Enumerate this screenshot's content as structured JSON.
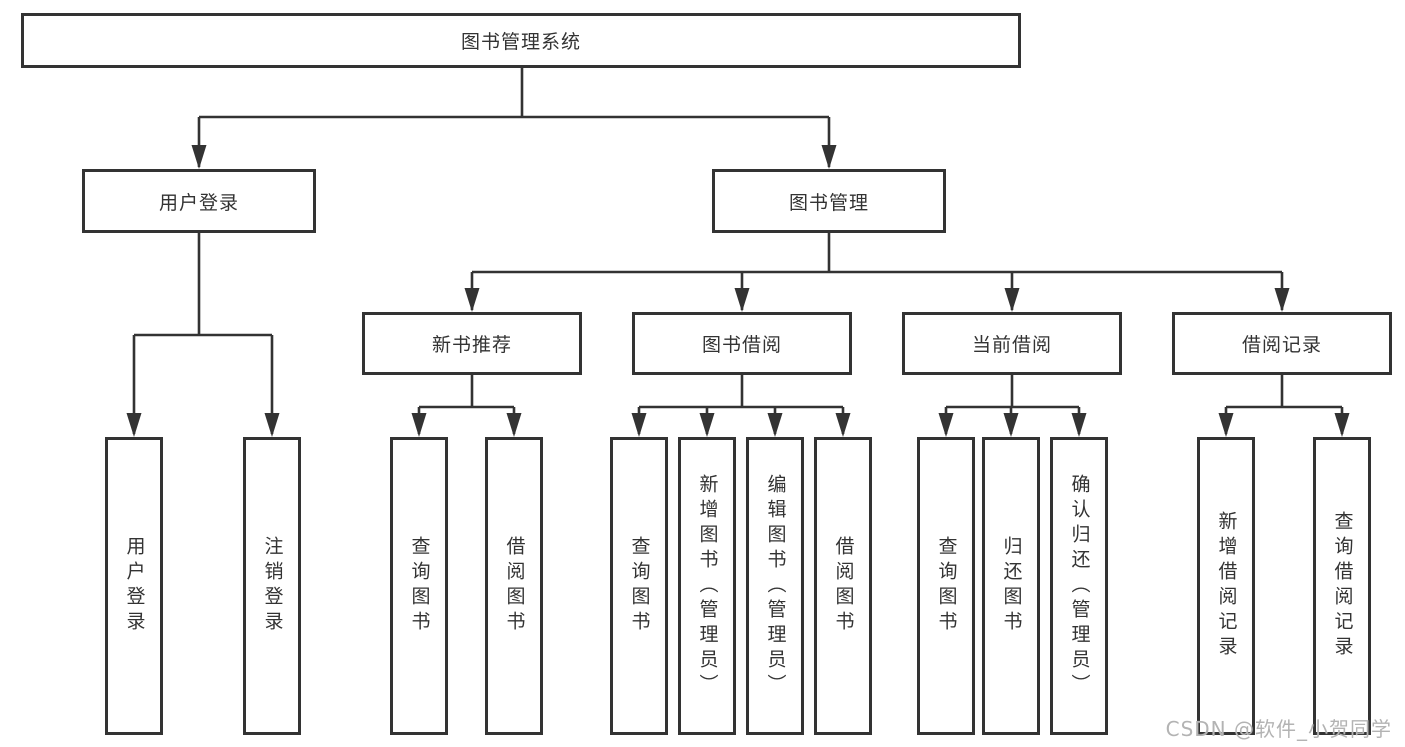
{
  "diagram": {
    "root": {
      "label": "图书管理系统"
    },
    "level2": [
      {
        "label": "用户登录"
      },
      {
        "label": "图书管理"
      }
    ],
    "level3": [
      {
        "label": "新书推荐"
      },
      {
        "label": "图书借阅"
      },
      {
        "label": "当前借阅"
      },
      {
        "label": "借阅记录"
      }
    ],
    "leaves": [
      {
        "group": "用户登录",
        "label": "用户登录"
      },
      {
        "group": "用户登录",
        "label": "注销登录"
      },
      {
        "group": "新书推荐",
        "label": "查询图书"
      },
      {
        "group": "新书推荐",
        "label": "借阅图书"
      },
      {
        "group": "图书借阅",
        "label": "查询图书"
      },
      {
        "group": "图书借阅",
        "label": "新增图书（管理员）"
      },
      {
        "group": "图书借阅",
        "label": "编辑图书（管理员）"
      },
      {
        "group": "图书借阅",
        "label": "借阅图书"
      },
      {
        "group": "当前借阅",
        "label": "查询图书"
      },
      {
        "group": "当前借阅",
        "label": "归还图书"
      },
      {
        "group": "当前借阅",
        "label": "确认归还（管理员）"
      },
      {
        "group": "借阅记录",
        "label": "新增借阅记录"
      },
      {
        "group": "借阅记录",
        "label": "查询借阅记录"
      }
    ],
    "watermark": {
      "text": "CSDN @软件_小贺同学"
    }
  },
  "colors": {
    "line": "#333333",
    "text": "#333333",
    "box_fill": "#ffffff",
    "watermark": "#b3b3b3",
    "background": "#ffffff"
  }
}
